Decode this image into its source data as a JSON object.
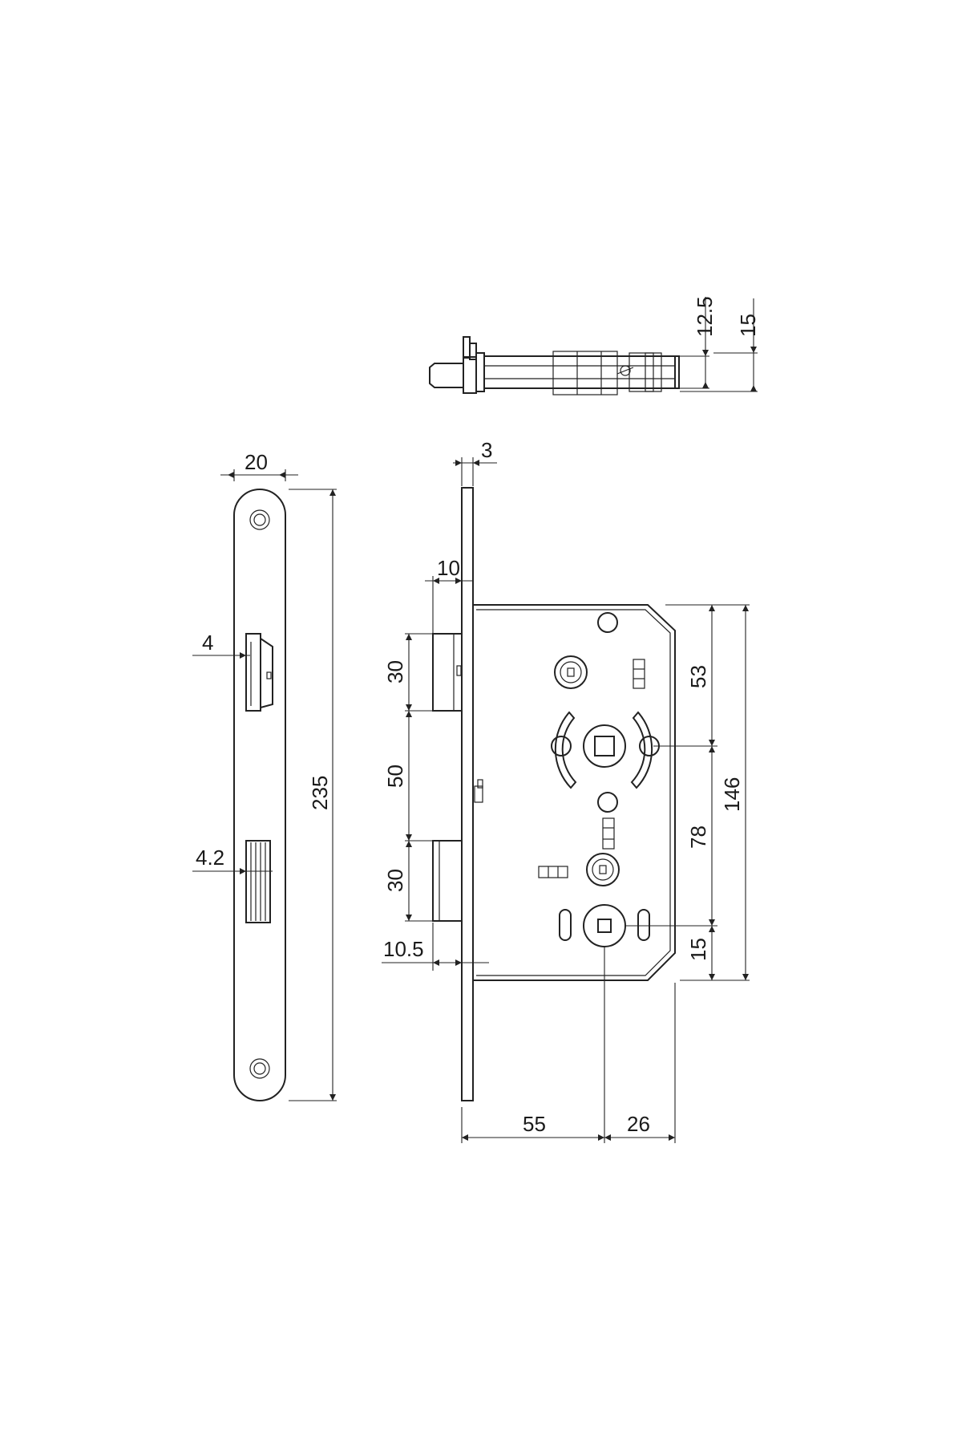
{
  "drawing": {
    "views": [
      "front-plate",
      "lock-body",
      "top-view"
    ],
    "colors": {
      "line": "#222222",
      "background": "#ffffff"
    }
  },
  "dimensions": {
    "top_12_5": "12.5",
    "top_15": "15",
    "plate_width": "20",
    "plate_height": "235",
    "latch_depth": "4",
    "bolt_depth": "4.2",
    "plate_thickness": "3",
    "latch_projection": "10",
    "latch_height": "30",
    "latch_to_bolt": "50",
    "bolt_height": "30",
    "bolt_projection": "10.5",
    "height_53": "53",
    "height_78": "78",
    "height_15": "15",
    "body_height": "146",
    "backset": "55",
    "back_depth": "26"
  }
}
